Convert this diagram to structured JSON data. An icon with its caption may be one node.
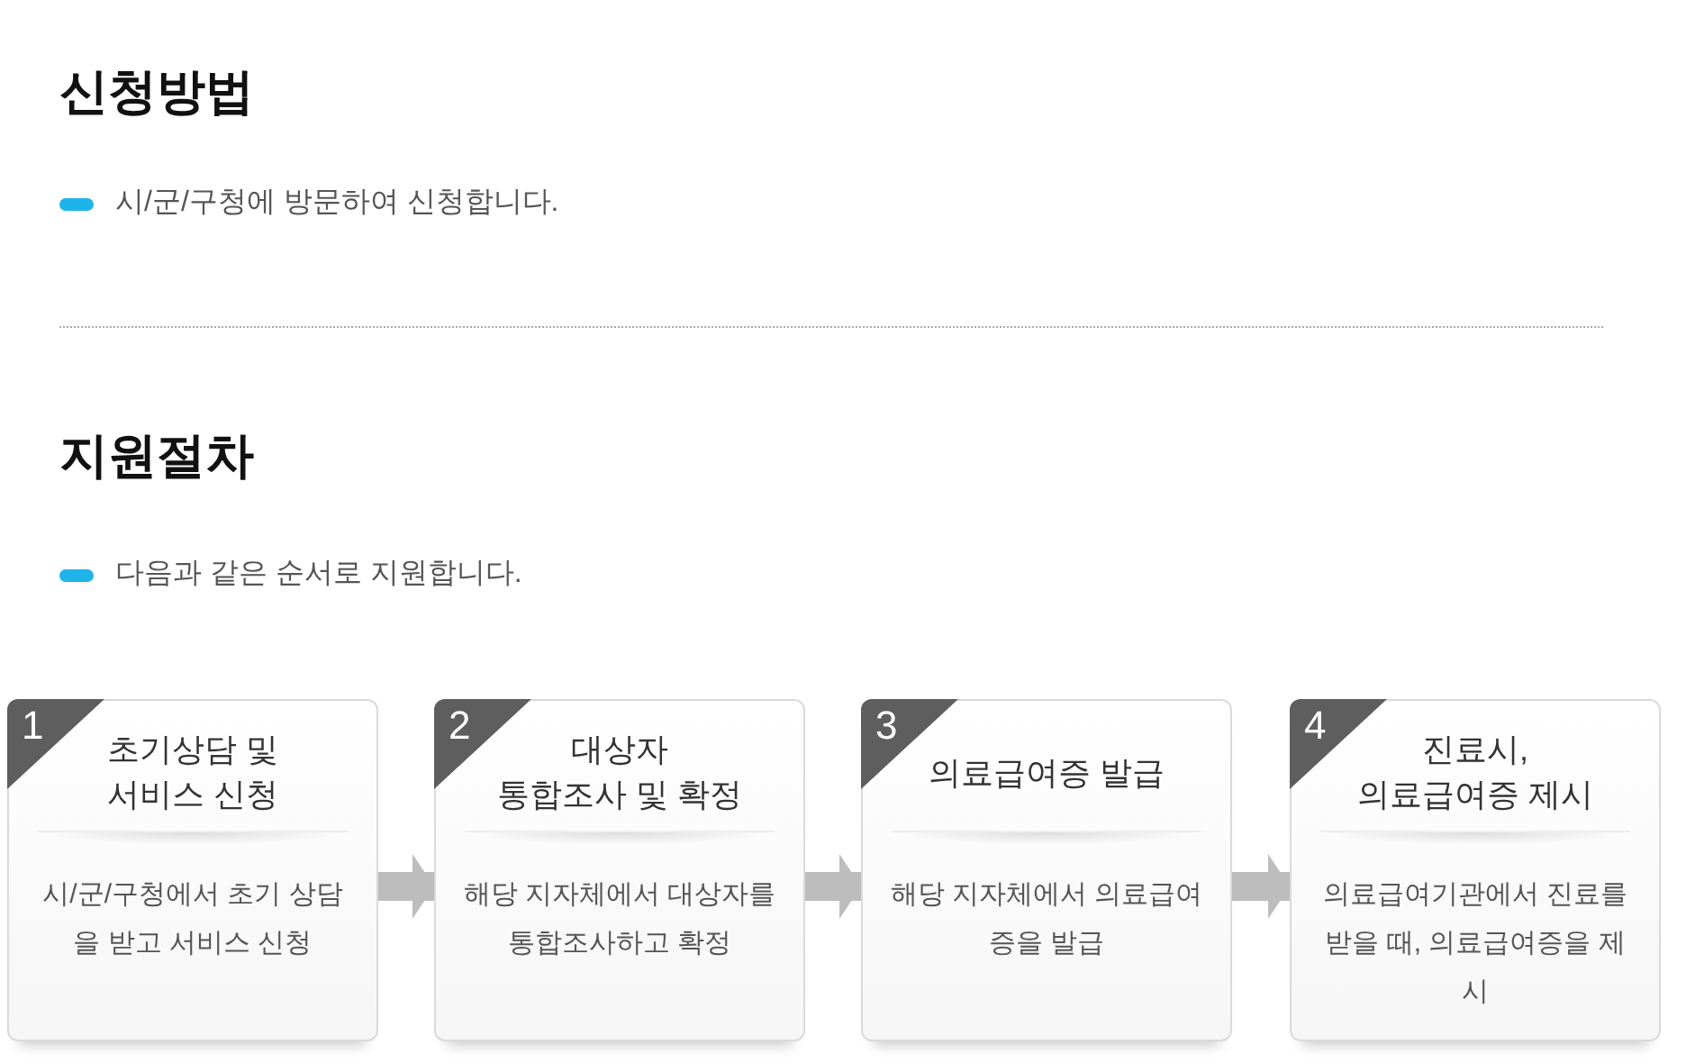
{
  "diagram": {
    "nodes": [
      {
        "text": [
          "1",
          "초기상담 및 서비스 신청",
          "시/군/구청에서 초기 상담을 받고 서비스 신청"
        ]
      },
      {
        "text": [
          "2",
          "대상자 통합조사 및 확정",
          "해당 지자체에서 대상자를 통합조사하고 확정"
        ]
      },
      {
        "text": [
          "3",
          "의료급여증 발급",
          "해당 지자체에서 의료급여증을 발급"
        ]
      },
      {
        "text": [
          "4",
          "진료시, 의료급여증 제시",
          "의료급여기관에서 진료를 받을 때, 의료급여증을 제시"
        ]
      }
    ],
    "edges": [
      {
        "from": 0,
        "to": 1,
        "arrow": "to"
      },
      {
        "from": 1,
        "to": 2,
        "arrow": "to"
      },
      {
        "from": 2,
        "to": 3,
        "arrow": "to"
      }
    ],
    "labels": [
      "신청방법",
      "시/군/구청에 방문하여 신청합니다.",
      "지원절차",
      "다음과 같은 순서로 지원합니다."
    ]
  }
}
